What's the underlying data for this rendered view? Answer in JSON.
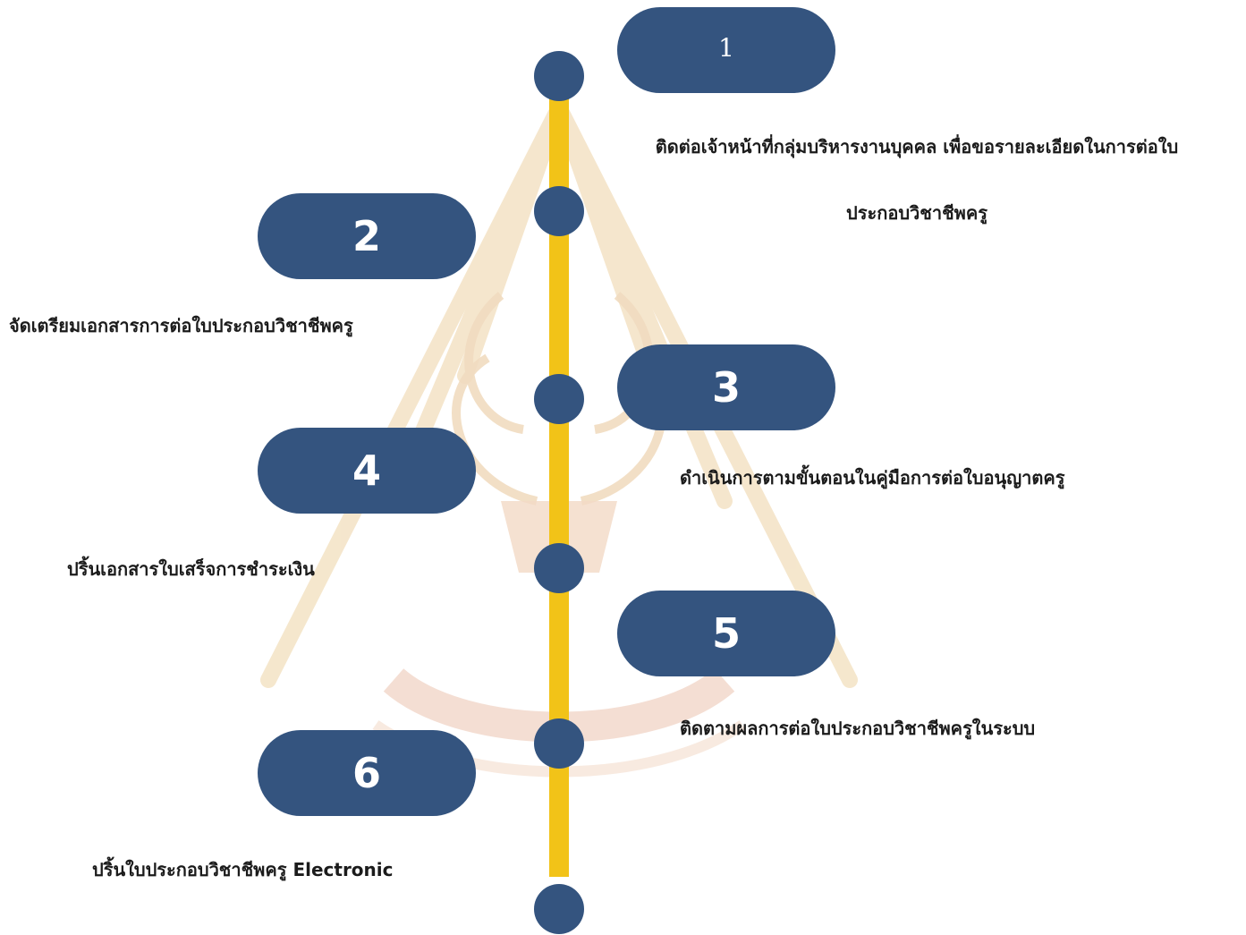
{
  "steps": [
    {
      "number": "1",
      "text_lines": [
        "ติดต่อเจ้าหน้าที่กลุ่มบริหารงานบุคคล เพื่อขอรายละเอียดในการต่อใบ",
        "ประกอบวิชาชีพครู"
      ]
    },
    {
      "number": "2",
      "text": "จัดเตรียมเอกสารการต่อใบประกอบวิชาชีพครู"
    },
    {
      "number": "3",
      "text": "ดำเนินการตามขั้นตอนในคู่มือการต่อใบอนุญาตครู"
    },
    {
      "number": "4",
      "text": "ปริ้นเอกสารใบเสร็จการชำระเงิน"
    },
    {
      "number": "5",
      "text": "ติดตามผลการต่อใบประกอบวิชาชีพครูในระบบ"
    },
    {
      "number": "6",
      "text": "ปริ้นใบประกอบวิชาชีพครู Electronic"
    }
  ],
  "colors": {
    "node": "#34547f",
    "line": "#f2c318",
    "text": "#1b1b1b",
    "watermark": "#f3e3c4"
  }
}
